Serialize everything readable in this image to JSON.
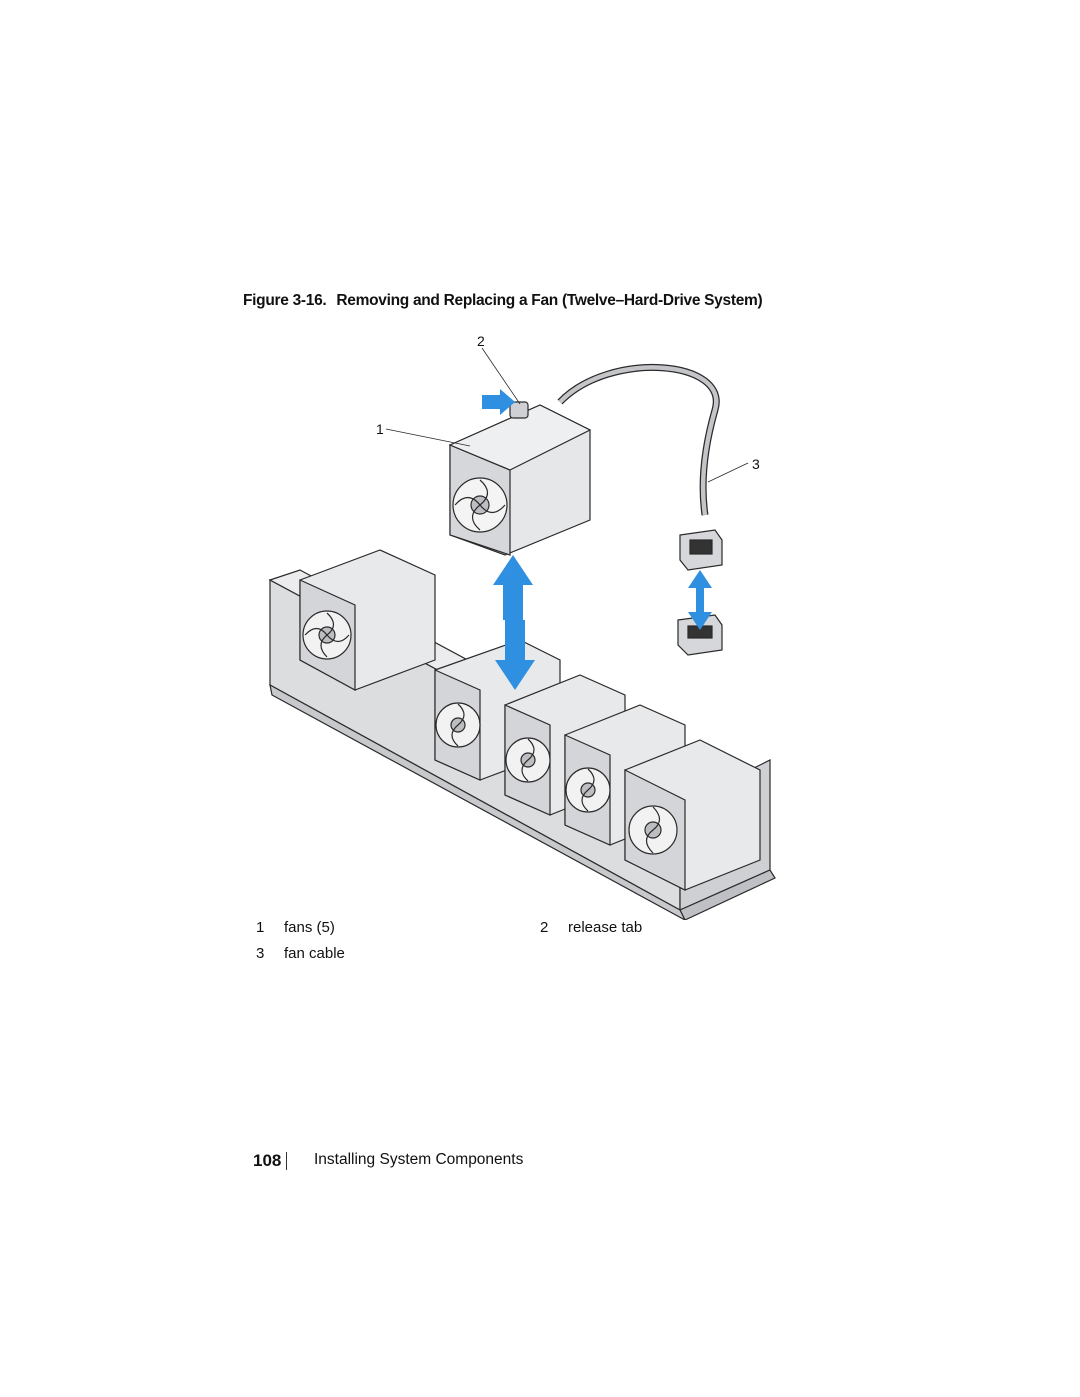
{
  "caption": {
    "label": "Figure 3-16.",
    "title": "Removing and Replacing a Fan (Twelve–Hard-Drive System)"
  },
  "callouts": [
    "1",
    "2",
    "3"
  ],
  "legend": [
    {
      "number": "1",
      "text": "fans (5)"
    },
    {
      "number": "2",
      "text": "release tab"
    },
    {
      "number": "3",
      "text": "fan cable"
    }
  ],
  "footer": {
    "page_number": "108",
    "section": "Installing System Components"
  },
  "colors": {
    "arrow": "#2f8fe0",
    "metal": "#d9dadc",
    "outline": "#2a2a2a"
  }
}
